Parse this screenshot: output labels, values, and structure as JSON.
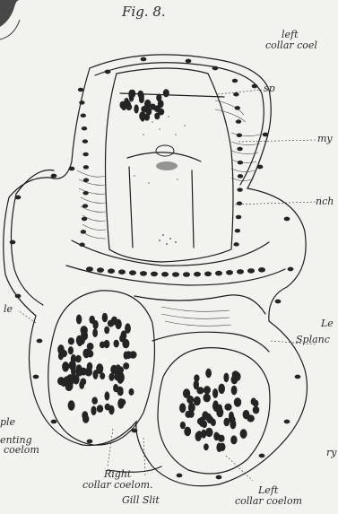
{
  "figure": {
    "title": "Fig. 8."
  },
  "labels": {
    "left_collar_coelom_top": [
      "left",
      "collar coel"
    ],
    "sp": "sp",
    "my": "my",
    "nch": "nch",
    "left_splanchnic": [
      "Le",
      "Splanc"
    ],
    "right_collar_coelom": [
      "Right",
      "collar coelom."
    ],
    "gill_slit": "Gill Slit",
    "left_collar_coelom_bottom": [
      "Left",
      "collar coelom"
    ],
    "cut_left_ple_upper": "le",
    "cut_left_ple_lower": "ple",
    "cut_left_senting": [
      "enting",
      "coelom"
    ],
    "cut_right_ry": "ry"
  },
  "colors": {
    "ink": "#1c1c1c",
    "paper": "#f2f2ef",
    "nucleus": "#242424"
  }
}
